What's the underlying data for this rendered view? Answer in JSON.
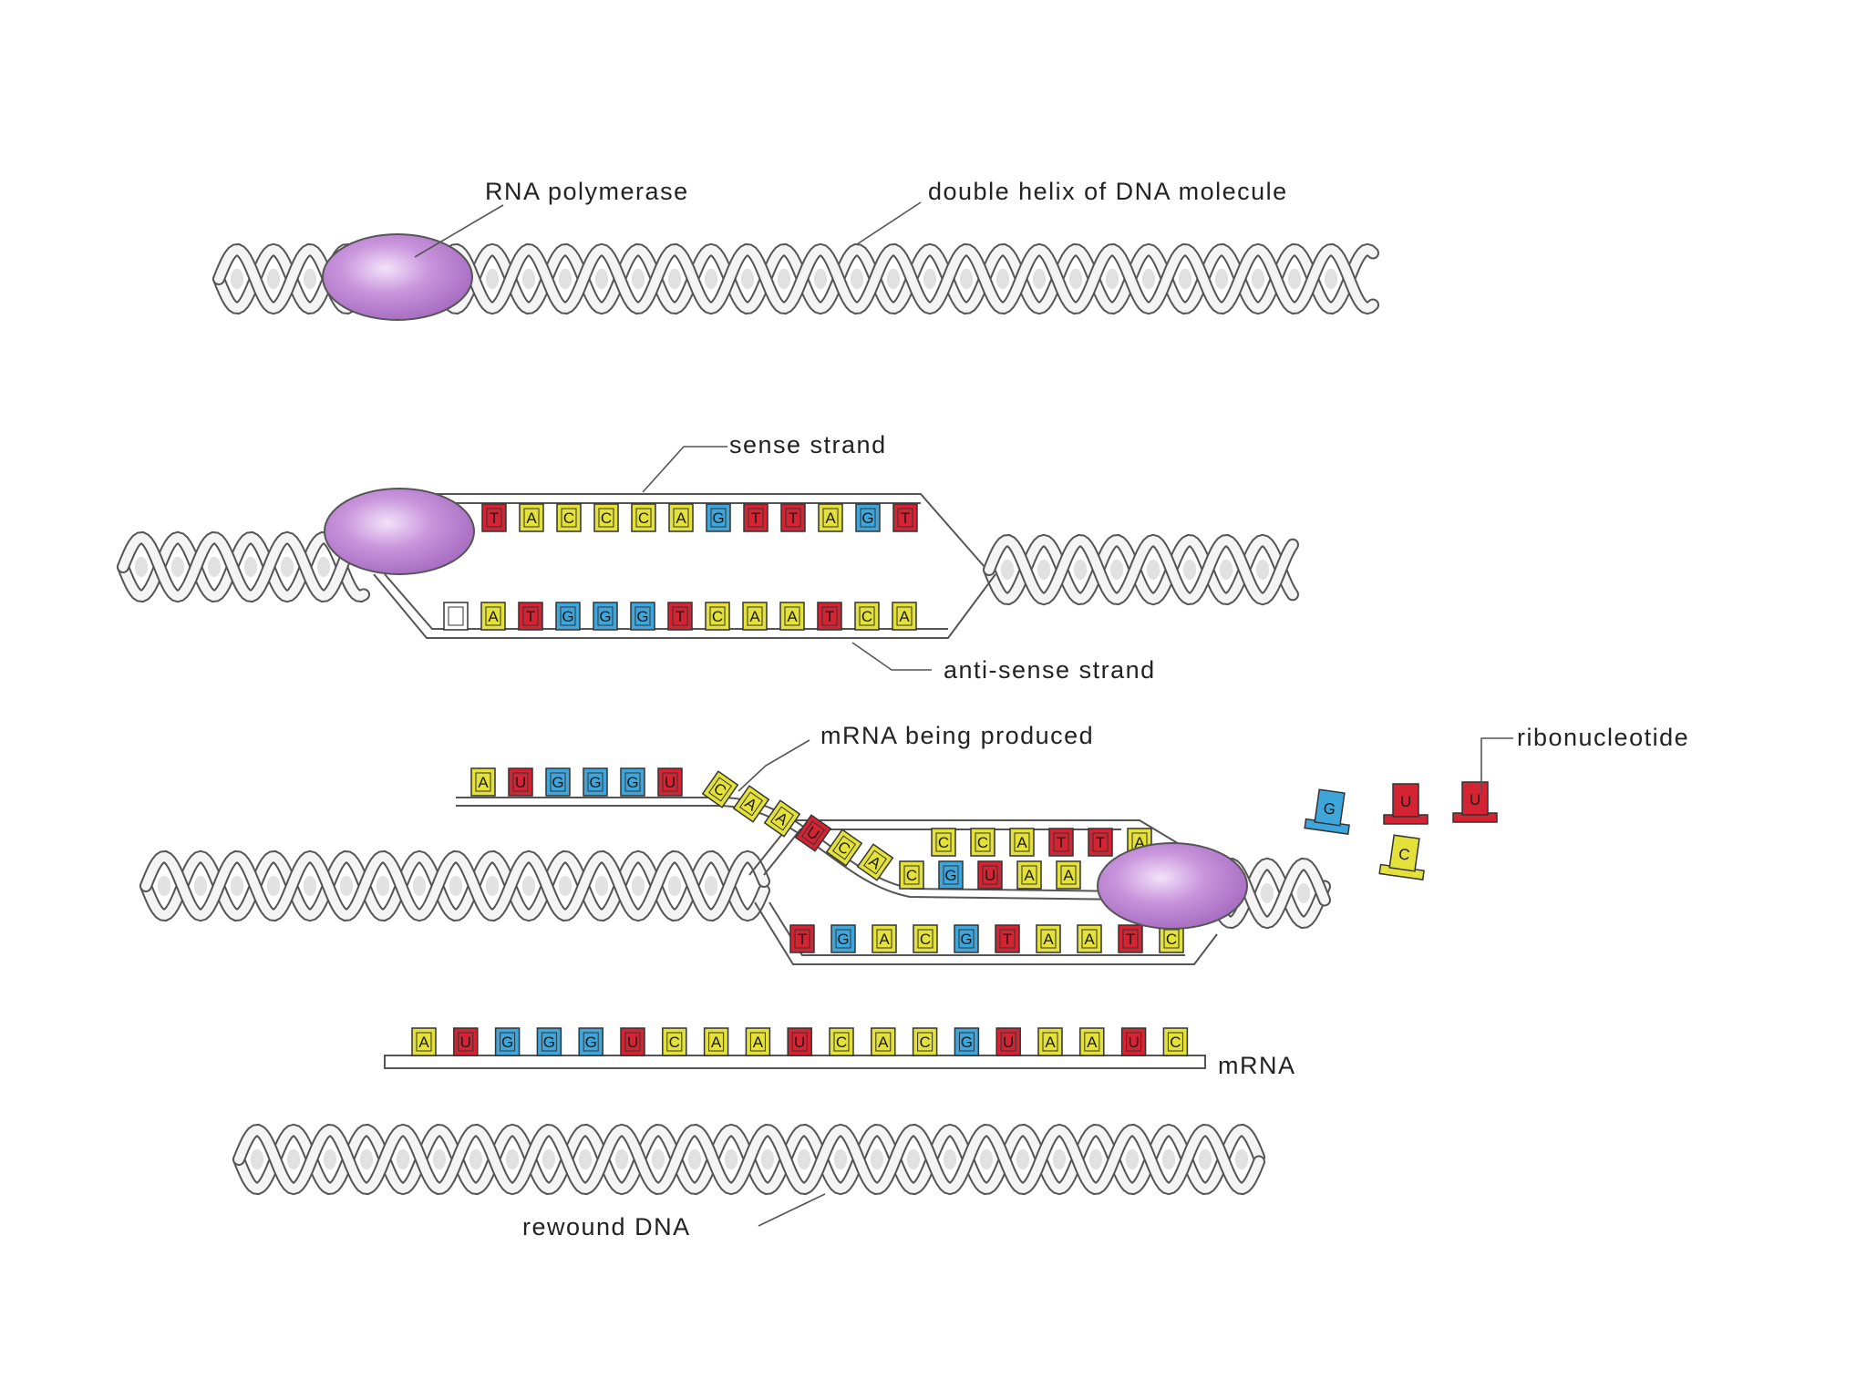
{
  "colors": {
    "A": "#e4e23a",
    "C": "#e4e23a",
    "G": "#3fa6dc",
    "U": "#d42433",
    "T": "#d42433",
    "blank": "#ffffff",
    "polymerase": "#c58fd8",
    "backbone_stroke": "#555555",
    "background": "#ffffff"
  },
  "labels": {
    "rna_polymerase": "RNA polymerase",
    "double_helix": "double helix of DNA molecule",
    "sense_strand": "sense strand",
    "anti_sense_strand": "anti-sense strand",
    "mrna_being_produced": "mRNA being produced",
    "ribonucleotide": "ribonucleotide",
    "mrna": "mRNA",
    "rewound_dna": "rewound DNA"
  },
  "stage2": {
    "sense_bases": [
      "T",
      "A",
      "C",
      "C",
      "C",
      "A",
      "G",
      "T",
      "T",
      "A",
      "G",
      "T"
    ],
    "antisense_bases": [
      "",
      "A",
      "T",
      "G",
      "G",
      "G",
      "T",
      "C",
      "A",
      "A",
      "T",
      "C",
      "A"
    ]
  },
  "stage3": {
    "mrna_tail_bases": [
      "A",
      "U",
      "G",
      "G",
      "G",
      "U",
      "C",
      "A",
      "A",
      "U",
      "C",
      "A"
    ],
    "sense_bases": [
      "C",
      "C",
      "A",
      "T",
      "T",
      "A"
    ],
    "paired_mrna_bases": [
      "C",
      "G",
      "U",
      "A",
      "A"
    ],
    "antisense_bases": [
      "T",
      "G",
      "A",
      "C",
      "G",
      "T",
      "A",
      "A",
      "T",
      "C"
    ],
    "free_nucleotides": [
      "G",
      "U",
      "U",
      "C"
    ]
  },
  "stage4": {
    "mrna_bases": [
      "A",
      "U",
      "G",
      "G",
      "G",
      "U",
      "C",
      "A",
      "A",
      "U",
      "C",
      "A",
      "C",
      "G",
      "U",
      "A",
      "A",
      "U",
      "C"
    ]
  }
}
